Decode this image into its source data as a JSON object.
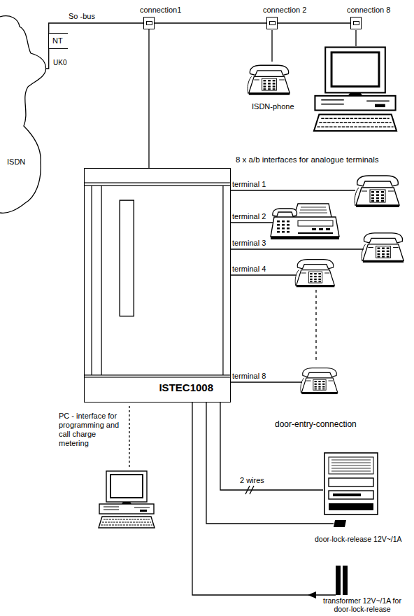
{
  "diagram": {
    "nodes": [
      {
        "text": [
          "ISDN"
        ]
      },
      {
        "text": [
          "NT"
        ]
      },
      {
        "text": [
          "connection1"
        ]
      },
      {
        "text": [
          "connection 2"
        ]
      },
      {
        "text": [
          "connection 8"
        ]
      },
      {
        "text": [
          "ISTEC1008"
        ]
      }
    ],
    "edges": [
      {
        "from": 1,
        "to": 0,
        "arrow": "none"
      },
      {
        "from": 1,
        "to": 2,
        "label": "So -bus",
        "arrow": "none"
      },
      {
        "from": 2,
        "to": 3,
        "arrow": "none"
      },
      {
        "from": 3,
        "to": 4,
        "arrow": "none"
      },
      {
        "from": 2,
        "to": 5,
        "arrow": "none"
      }
    ],
    "labels": [
      "UK0",
      "ISDN-phone",
      "8 x a/b interfaces for analogue terminals",
      "terminal 1",
      "terminal 2",
      "terminal 3",
      "terminal 4",
      "terminal 8",
      "PC - interface for programming and call charge metering",
      "door-entry-connection",
      "2 wires",
      "door-lock-release 12V~/1A",
      "transformer 12V~/1A for door-lock-release"
    ]
  }
}
